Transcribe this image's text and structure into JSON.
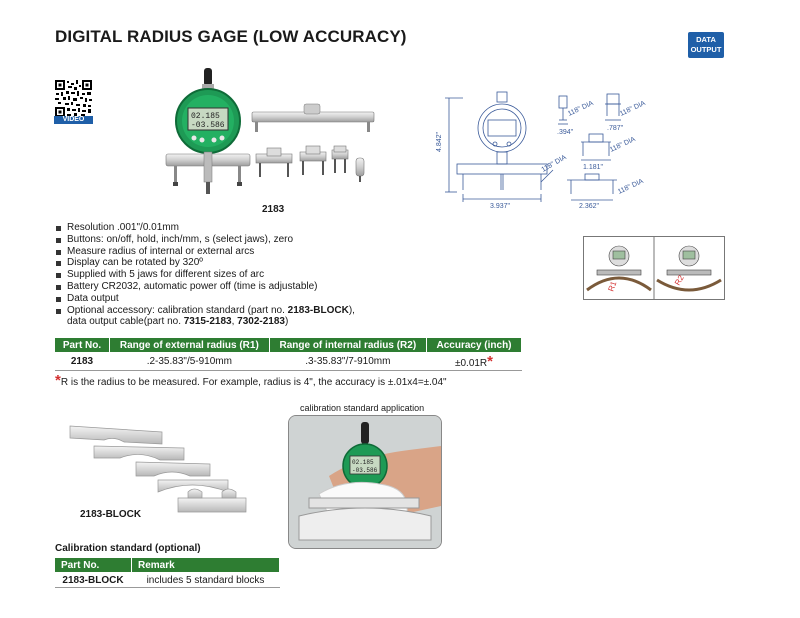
{
  "title": "DIGITAL RADIUS GAGE (LOW ACCURACY)",
  "badge": {
    "line1": "DATA",
    "line2": "OUTPUT"
  },
  "video_label": "VIDEO",
  "model_label": "2183",
  "display_text": {
    "line1": "02.185",
    "line2": "-03.586"
  },
  "display_text_app": {
    "line1": "02.185",
    "line2": "-03.586"
  },
  "drawing": {
    "height": "4.842\"",
    "width": "3.937\"",
    "dia_main": "118\" DIA",
    "dims": [
      "118\" DIA",
      ".394\"",
      "118\" DIA",
      ".787\"",
      "118\" DIA",
      "1.181\"",
      "118\" DIA",
      "2.362\""
    ]
  },
  "r_labels": {
    "r1": "R1",
    "r2": "R2"
  },
  "features": [
    "Resolution .001\"/0.01mm",
    "Buttons: on/off, hold, inch/mm, s (select jaws), zero",
    "Measure radius of internal or external arcs",
    "Display can be rotated by 320º",
    "Supplied with 5 jaws for different sizes of arc",
    "Battery CR2032, automatic power off (time is adjustable)",
    "Data output"
  ],
  "feature_optional": {
    "a": "Optional accessory: calibration standard (part no. ",
    "b": "2183-BLOCK",
    "c": "),",
    "d": "data output cable(part no. ",
    "e": "7315-2183",
    "f": ", ",
    "g": "7302-2183",
    "h": ")"
  },
  "spec_table": {
    "headers": [
      "Part No.",
      "Range of external radius (R1)",
      "Range of internal radius (R2)",
      "Accuracy (inch)"
    ],
    "row": [
      "2183",
      ".2-35.83\"/5-910mm",
      ".3-35.83\"/7-910mm",
      "±0.01R"
    ]
  },
  "note": "R is the radius to be measured. For example, radius is 4\", the accuracy is ±.01x4=±.04\"",
  "star": "*",
  "app_caption": "calibration standard application",
  "block_label": "2183-BLOCK",
  "cal_title": "Calibration standard (optional)",
  "cal_table": {
    "headers": [
      "Part No.",
      "Remark"
    ],
    "row": [
      "2183-BLOCK",
      "includes 5 standard blocks"
    ]
  }
}
